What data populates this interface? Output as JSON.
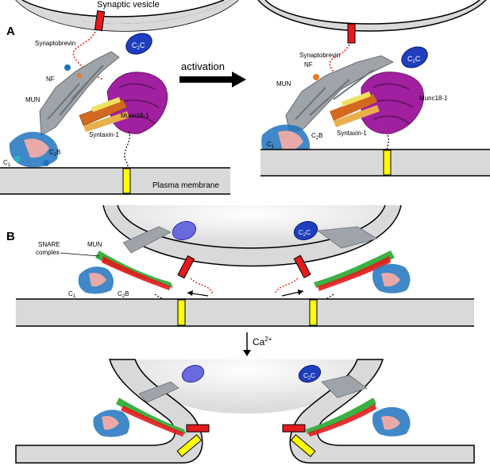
{
  "panel_a": {
    "panel_label": "A",
    "vesicle_label": "Synaptic vesicle",
    "synaptobrevin": "Synaptobrevin",
    "nf": "NF",
    "mun": "MUN",
    "munc18": "Munc18-1",
    "syntaxin": "Syntaxin-1",
    "c1": "C",
    "c1_sub": "1",
    "c2b": "C",
    "c2b_sub": "2",
    "c2b_suffix": "B",
    "c2c": "C",
    "c2c_sub": "2",
    "c2c_suffix": "C",
    "plasma_membrane": "Plasma membrane",
    "activation": "activation"
  },
  "panel_b": {
    "panel_label": "B",
    "snare_line1": "SNARE",
    "snare_line2": "complex",
    "mun": "MUN",
    "c1": "C",
    "c1_sub": "1",
    "c2b": "C",
    "c2b_sub": "2",
    "c2b_suffix": "B",
    "c2c": "C",
    "c2c_sub": "2",
    "c2c_suffix": "C",
    "ca_label": "Ca",
    "ca_sup": "2+"
  },
  "colors": {
    "membrane": "#d9d9d9",
    "synaptobrevin": "#e41a1c",
    "syntaxin_tm": "#ffff00",
    "c2c_domain": "#1f3fbf",
    "munc18": "#a020a0",
    "syntaxin_helix": "#d2691e",
    "mun_domain": "#9ea4aa",
    "c1_c2b": "#1e73be",
    "snare_green": "#3cb043",
    "snare_red": "#e41a1c"
  }
}
